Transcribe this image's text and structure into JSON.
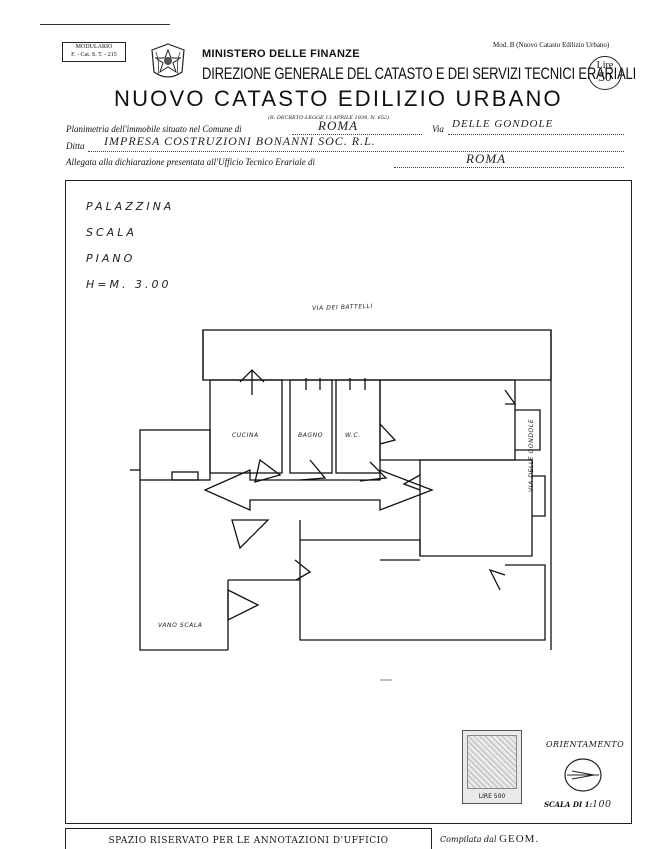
{
  "header": {
    "modulario_line1": "MODULARIO",
    "modulario_line2": "F. - Cat. S. T. - 215",
    "mod_b": "Mod. B (Nuovo Catasto Edilizio Urbano)",
    "ministero": "MINISTERO DELLE FINANZE",
    "direzione": "DIREZIONE GENERALE DEL CATASTO E DEI SERVIZI TECNICI ERARIALI",
    "lire_label": "Lire",
    "lire_value": "50",
    "title": "NUOVO CATASTO EDILIZIO URBANO",
    "decreto": "(R. DECRETO-LEGGE 13 APRILE 1939, N. 652)"
  },
  "form": {
    "planimetria_label": "Planimetria dell'immobile situato nel Comune di",
    "comune_value": "ROMA",
    "via_label": "Via",
    "via_value": "DELLE GONDOLE",
    "ditta_label": "Ditta",
    "ditta_value": "IMPRESA COSTRUZIONI BONANNI SOC. R.L.",
    "allegata_label": "Allegata alla dichiarazione presentata all'Ufficio Tecnico Erariale di",
    "ufficio_value": "ROMA"
  },
  "notes": {
    "palazzina": "PALAZZINA",
    "scala": "SCALA",
    "piano": "PIANO",
    "altezza": "H=M. 3.00"
  },
  "plan": {
    "street_top": "VIA DEI BATTELLI",
    "street_right": "VIA DELLE GONDOLE",
    "room_cucina": "CUCINA",
    "room_bagno": "BAGNO",
    "room_wc": "W.C.",
    "vano_scala": "VANO SCALA"
  },
  "footer": {
    "orientamento": "ORIENTAMENTO",
    "scala_label": "SCALA DI 1:",
    "scala_value": "100",
    "stamp_text": "LIRE 500",
    "spazio": "SPAZIO RISERVATO PER LE ANNOTAZIONI D'UFFICIO",
    "compilata_label": "Compilata dal",
    "compilata_value": "GEOM."
  }
}
